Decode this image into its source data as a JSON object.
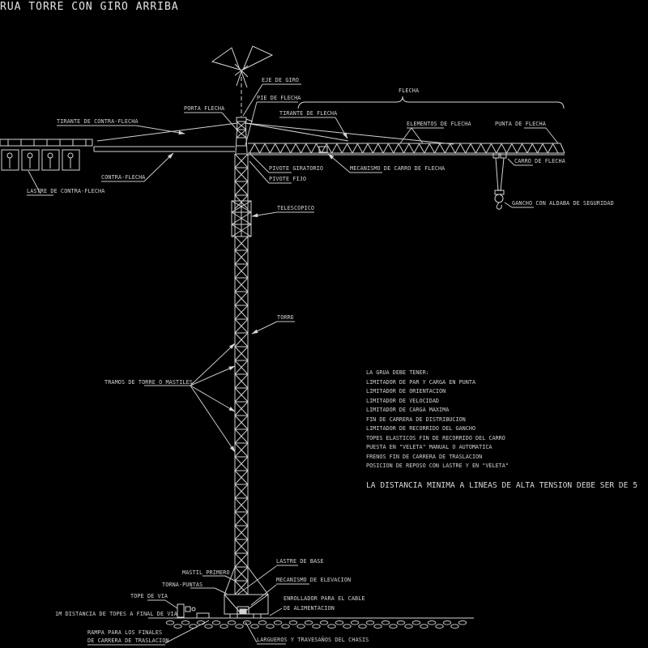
{
  "title": "RUA TORRE CON GIRO ARRIBA",
  "labels": {
    "eje_de_giro": "EJE DE GIRO",
    "pie_de_flecha": "PIE DE FLECHA",
    "porta_flecha": "PORTA FLECHA",
    "flecha": "FLECHA",
    "tirante_de_flecha": "TIRANTE DE FLECHA",
    "elementos_de_flecha": "ELEMENTOS DE FLECHA",
    "punta_de_flecha": "PUNTA DE FLECHA",
    "tirante_de_contra_flecha": "TIRANTE DE CONTRA-FLECHA",
    "contra_flecha": "CONTRA-FLECHA",
    "lastre_de_contra_flecha": "LASTRE DE CONTRA-FLECHA",
    "pivote_giratorio": "PIVOTE GIRATORIO",
    "pivote_fijo": "PIVOTE FIJO",
    "mecanismo_de_carro_de_flecha": "MECANISMO DE CARRO DE FLECHA",
    "carro_de_flecha": "CARRO DE FLECHA",
    "gancho": "GANCHO CON ALDABA DE SEGURIDAD",
    "telescopico": "TELESCOPICO",
    "torre": "TORRE",
    "tramos": "TRAMOS DE TORRE O MASTILES",
    "mastil_primero": "MASTIL PRIMERO",
    "torna_puntas": "TORNA-PUNTAS",
    "lastre_de_base": "LASTRE DE BASE",
    "mecanismo_de_elevacion": "MECANISMO DE ELEVACION",
    "enrollador_linea1": "ENROLLADOR PARA EL CABLE",
    "enrollador_linea2": "DE ALIMENTACION",
    "tope_de_via": "TOPE DE VIA",
    "distancia_topes": "1M DISTANCIA DE TOPES A FINAL DE VIA",
    "rampa_linea1": "RAMPA PARA LOS FINALES",
    "rampa_linea2": "DE CARRERA DE TRASLACION",
    "largueros": "LARGUEROS Y TRAVESAÑOS DEL CHASIS"
  },
  "requirements": {
    "heading": "LA GRUA DEBE TENER:",
    "items": [
      "LIMITADOR DE PAR Y CARGA EN PUNTA",
      "LIMITADOR DE ORIENTACION",
      "LIMITADOR DE VELOCIDAD",
      "LIMITADOR DE CARGA MAXIMA",
      "FIN DE CARRERA DE DISTRIBUCION",
      "LIMITADOR DE RECORRIDO DEL GANCHO",
      "TOPES ELASTICOS FIN DE RECORRIDO DEL CARRO",
      "PUESTA EN \"VELETA\" MANUAL O AUTOMATICA",
      "FRENOS FIN DE CARRERA DE TRASLACION",
      "POSICION DE REPOSO CON LASTRE Y EN \"VELETA\""
    ]
  },
  "warning": "LA DISTANCIA MINIMA A LINEAS DE ALTA TENSION DEBE SER DE 5",
  "colors": {
    "background": "#000000",
    "line": "#d4d4d4",
    "text": "#d2d2d2"
  }
}
